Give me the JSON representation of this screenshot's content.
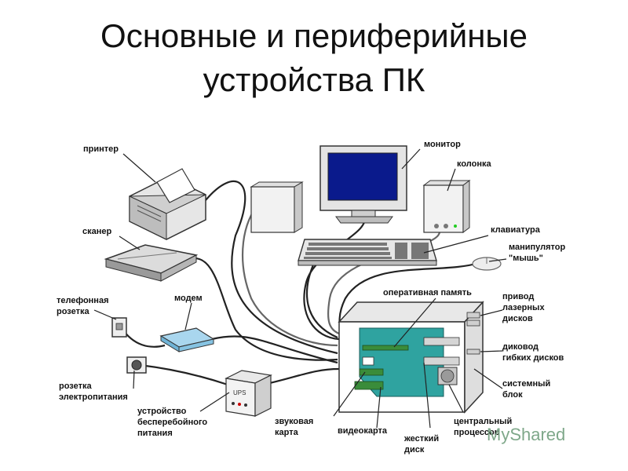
{
  "title": {
    "line1": "Основные и периферийные",
    "line2": "устройства ПК"
  },
  "labels": {
    "printer": "принтер",
    "scanner": "сканер",
    "phone_socket_1": "телефонная",
    "phone_socket_2": "розетка",
    "modem": "модем",
    "power_socket_1": "розетка",
    "power_socket_2": "электропитания",
    "ups_1": "устройство",
    "ups_2": "бесперебойного",
    "ups_3": "питания",
    "ups_mark": "UPS",
    "monitor": "монитор",
    "speaker": "колонка",
    "keyboard": "клавиатура",
    "mouse_1": "манипулятор",
    "mouse_2": "\"мышь\"",
    "ram": "оперативная память",
    "cd_1": "привод",
    "cd_2": "лазерных",
    "cd_3": "дисков",
    "fdd_1": "диковод",
    "fdd_2": "гибких дисков",
    "case_1": "системный",
    "case_2": "блок",
    "sound_1": "звуковая",
    "sound_2": "карта",
    "video": "видеокарта",
    "hdd_1": "жесткий",
    "hdd_2": "диск",
    "cpu_1": "центральный",
    "cpu_2": "процессор"
  },
  "watermark": "MyShared",
  "colors": {
    "screen": "#0a1a8c",
    "board": "#2fa3a0",
    "modem": "#a9d6ee",
    "card": "#3a8c3a",
    "device_grey": "#d9d9d9"
  }
}
